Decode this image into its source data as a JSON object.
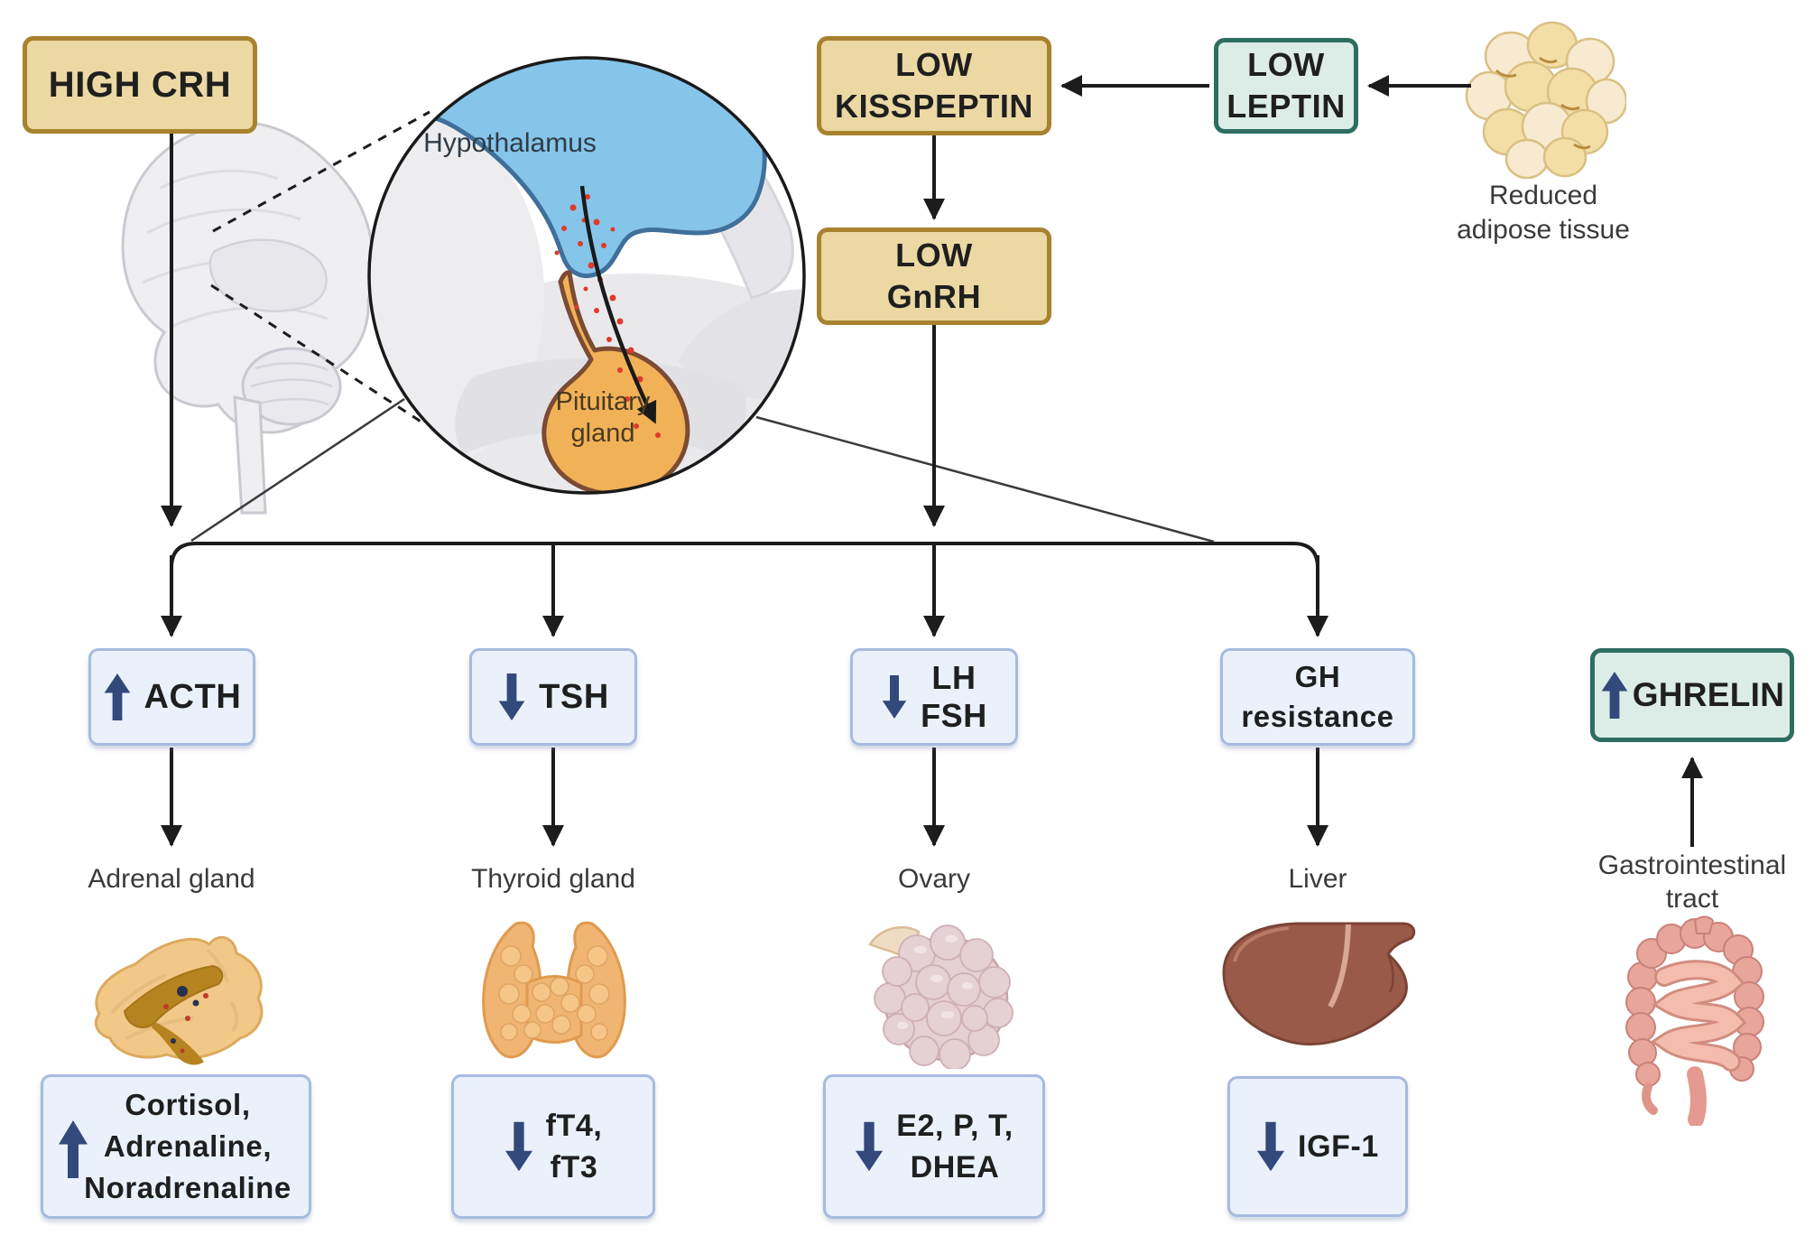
{
  "colors": {
    "tan_fill": "#ebd8a3",
    "tan_border": "#a8822f",
    "teal_fill": "#dcece7",
    "teal_border": "#2d6e60",
    "blue_fill": "#eaf1fb",
    "blue_border": "#a6bbdf",
    "navy": "#33497c",
    "line": "#1c1c1c",
    "text_dark": "#1f1f1f",
    "label": "#3a3a3a",
    "hypothalamus_blue": "#86c5ea",
    "hypothalamus_border": "#3f6f9a",
    "pituitary_orange": "#f1b156",
    "pituitary_border": "#7b4b33",
    "red_dot": "#df3a2b",
    "brain_gray": "#efeff2",
    "brain_outline": "#c9c9d1"
  },
  "top": {
    "high_crh": "HIGH CRH",
    "kisspeptin_l1": "LOW",
    "kisspeptin_l2": "KISSPEPTIN",
    "gnrh_l1": "LOW",
    "gnrh_l2": "GnRH",
    "leptin_l1": "LOW",
    "leptin_l2": "LEPTIN",
    "adipose_l1": "Reduced",
    "adipose_l2": "adipose tissue"
  },
  "brain_inset": {
    "hypothalamus": "Hypothalamus",
    "pituitary_l1": "Pituitary",
    "pituitary_l2": "gland"
  },
  "columns": [
    {
      "arrow": "up",
      "hormone": "ACTH",
      "organ": "Adrenal gland",
      "out_arrow": "up",
      "out_l1": "Cortisol,",
      "out_l2": "Adrenaline,",
      "out_l3": "Noradrenaline"
    },
    {
      "arrow": "down",
      "hormone": "TSH",
      "organ": "Thyroid gland",
      "out_arrow": "down",
      "out_l1": "fT4,",
      "out_l2": "fT3"
    },
    {
      "arrow": "down",
      "hormone_l1": "LH",
      "hormone_l2": "FSH",
      "organ": "Ovary",
      "out_arrow": "down",
      "out_l1": "E2, P, T,",
      "out_l2": "DHEA"
    },
    {
      "hormone_l1": "GH",
      "hormone_l2": "resistance",
      "organ": "Liver",
      "out_arrow": "down",
      "out_l1": "IGF-1"
    },
    {
      "arrow": "up",
      "hormone": "GHRELIN",
      "organ_l1": "Gastrointestinal",
      "organ_l2": "tract"
    }
  ]
}
